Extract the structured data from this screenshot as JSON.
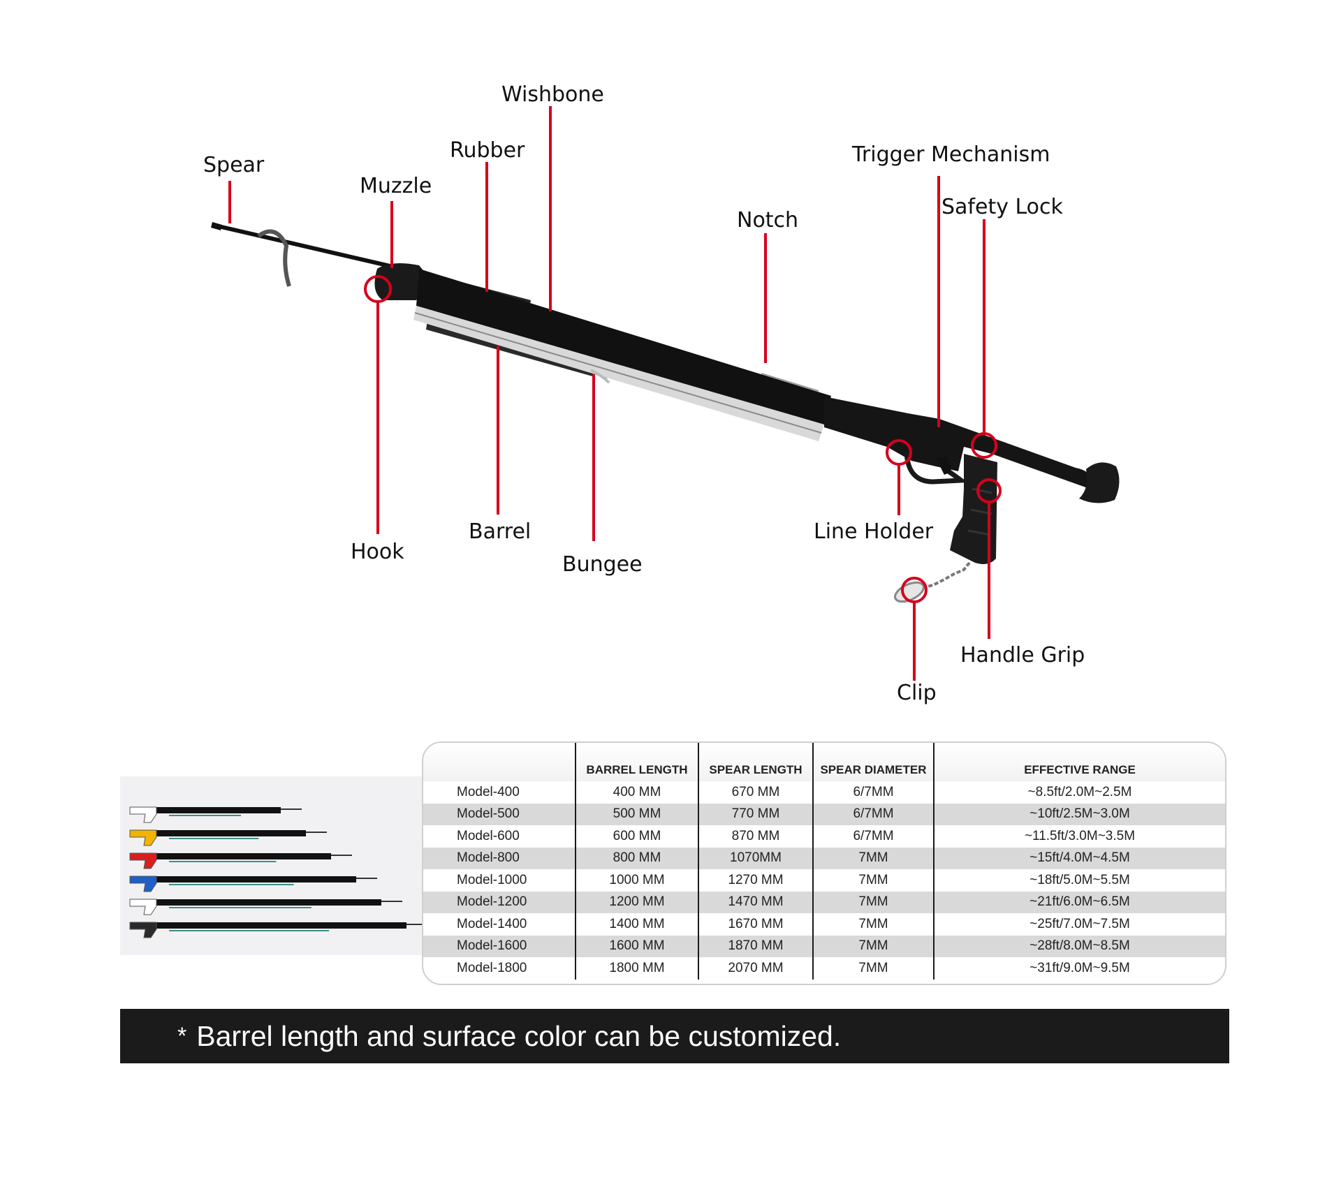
{
  "diagram": {
    "labels": {
      "spear": "Spear",
      "muzzle": "Muzzle",
      "rubber": "Rubber",
      "wishbone": "Wishbone",
      "notch": "Notch",
      "trigger_mechanism": "Trigger Mechanism",
      "safety_lock": "Safety Lock",
      "hook": "Hook",
      "barrel": "Barrel",
      "bungee": "Bungee",
      "line_holder": "Line Holder",
      "handle_grip": "Handle Grip",
      "clip": "Clip"
    },
    "accent_color": "#d6001c"
  },
  "lineup": {
    "grip_colors": [
      "#ffffff",
      "#f2b400",
      "#d81f1f",
      "#1f5fc8",
      "#ffffff",
      "#2a2a2a"
    ]
  },
  "spec_table": {
    "headers": [
      "",
      "BARREL  LENGTH",
      "SPEAR LENGTH",
      "SPEAR DIAMETER",
      "EFFECTIVE RANGE"
    ],
    "rows": [
      [
        "Model-400",
        "400 MM",
        "670 MM",
        "6/7MM",
        "~8.5ft/2.0M~2.5M"
      ],
      [
        "Model-500",
        "500 MM",
        "770 MM",
        "6/7MM",
        "~10ft/2.5M~3.0M"
      ],
      [
        "Model-600",
        "600 MM",
        "870 MM",
        "6/7MM",
        "~11.5ft/3.0M~3.5M"
      ],
      [
        "Model-800",
        "800 MM",
        "1070MM",
        "7MM",
        "~15ft/4.0M~4.5M"
      ],
      [
        "Model-1000",
        "1000 MM",
        "1270 MM",
        "7MM",
        "~18ft/5.0M~5.5M"
      ],
      [
        "Model-1200",
        "1200 MM",
        "1470 MM",
        "7MM",
        "~21ft/6.0M~6.5M"
      ],
      [
        "Model-1400",
        "1400 MM",
        "1670 MM",
        "7MM",
        "~25ft/7.0M~7.5M"
      ],
      [
        "Model-1600",
        "1600 MM",
        "1870 MM",
        "7MM",
        "~28ft/8.0M~8.5M"
      ],
      [
        "Model-1800",
        "1800 MM",
        "2070 MM",
        "7MM",
        "~31ft/9.0M~9.5M"
      ]
    ]
  },
  "banner": {
    "star": "*",
    "text": "Barrel length and surface color can be customized."
  }
}
